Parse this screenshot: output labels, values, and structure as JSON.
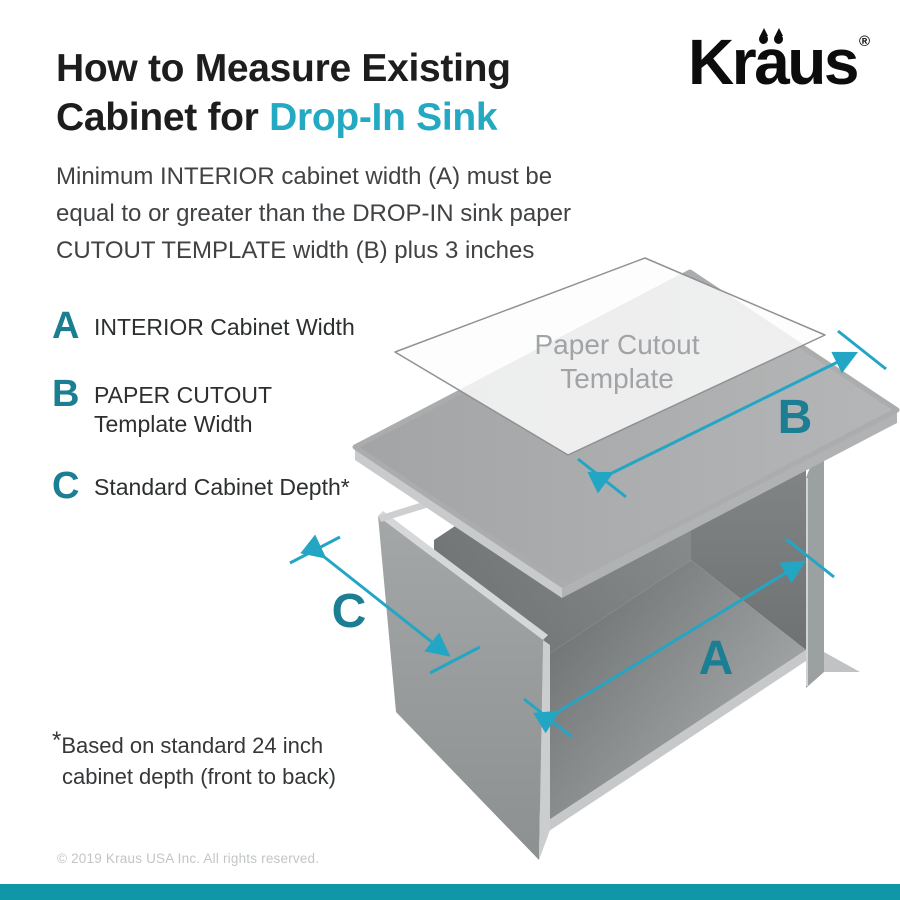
{
  "header": {
    "title_line1": "How to Measure Existing",
    "title_line2_prefix": "Cabinet for ",
    "title_accent": "Drop-In Sink",
    "logo": {
      "prefix": "Kr",
      "umlaut_letter": "a",
      "suffix": "us",
      "registered": "®"
    }
  },
  "intro": "Minimum INTERIOR cabinet width (A) must be equal to or greater than the DROP-IN sink paper CUTOUT TEMPLATE width (B) plus 3 inches",
  "legend": {
    "items": [
      {
        "letter": "A",
        "lines": [
          "INTERIOR Cabinet Width"
        ]
      },
      {
        "letter": "B",
        "lines": [
          "PAPER CUTOUT",
          "Template Width"
        ]
      },
      {
        "letter": "C",
        "lines": [
          "Standard Cabinet Depth*"
        ]
      }
    ]
  },
  "diagram": {
    "template_label_line1": "Paper Cutout",
    "template_label_line2": "Template",
    "dimension_labels": {
      "a": "A",
      "b": "B",
      "c": "C"
    }
  },
  "footnote": {
    "asterisk": "*",
    "line1": "Based on standard 24 inch",
    "line2": "cabinet depth (front to back)"
  },
  "footer": {
    "copyright": "© 2019 Kraus USA Inc. All rights reserved."
  },
  "colors": {
    "title_accent": "#24a9c2",
    "legend_letter": "#1b7e92",
    "arrow": "#23a6c4",
    "footer_bar": "#0f96a7",
    "cabinet_gray": "#9a9d9e",
    "countertop_gray": "#a9abac"
  }
}
